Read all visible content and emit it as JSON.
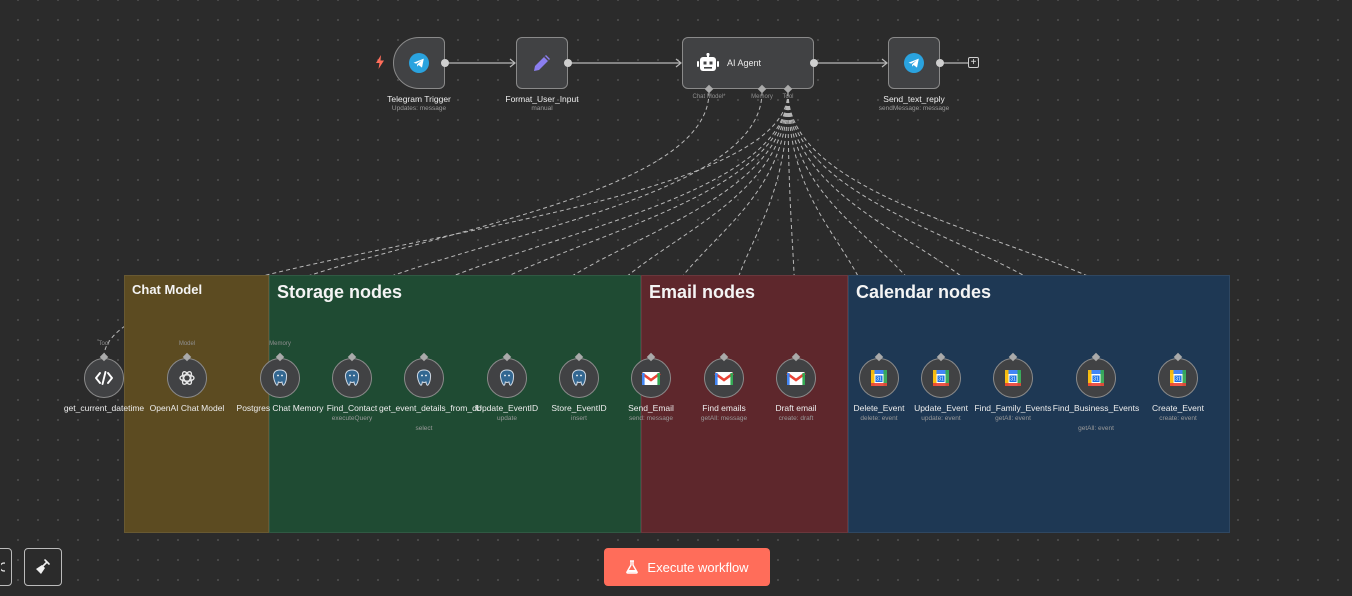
{
  "main_nodes": [
    {
      "id": "telegram",
      "label": "Telegram Trigger",
      "sub": "Updates: message",
      "icon": "telegram-icon"
    },
    {
      "id": "format",
      "label": "Format_User_Input",
      "sub": "manual",
      "icon": "pencil-icon"
    },
    {
      "id": "agent",
      "label": "AI Agent",
      "icon": "robot-icon",
      "ports": [
        "Chat Model*",
        "Memory",
        "Tool"
      ]
    },
    {
      "id": "send",
      "label": "Send_text_reply",
      "sub": "sendMessage: message",
      "icon": "telegram-icon"
    }
  ],
  "groups": [
    {
      "id": "chat",
      "title": "Chat Model",
      "color": "#5c4b21"
    },
    {
      "id": "storage",
      "title": "Storage nodes",
      "color": "#1f4b33"
    },
    {
      "id": "email",
      "title": "Email nodes",
      "color": "#5e272c"
    },
    {
      "id": "calendar",
      "title": "Calendar nodes",
      "color": "#1e3854"
    }
  ],
  "sub_nodes": [
    {
      "id": "datetime",
      "label": "get_current_datetime",
      "sub": "",
      "icon": "code-icon",
      "port": "Tool"
    },
    {
      "id": "openai",
      "label": "OpenAI Chat Model",
      "sub": "",
      "icon": "openai-icon",
      "port": "Model"
    },
    {
      "id": "pgmem",
      "label": "Postgres Chat Memory",
      "sub": "",
      "icon": "postgres-icon",
      "port": "Memory"
    },
    {
      "id": "findcontact",
      "label": "Find_Contact",
      "sub": "executeQuery",
      "icon": "postgres-icon"
    },
    {
      "id": "geteventdb",
      "label": "get_event_details_from_db",
      "sub": "select",
      "icon": "postgres-icon"
    },
    {
      "id": "updeventid",
      "label": "Update_EventID",
      "sub": "update",
      "icon": "postgres-icon"
    },
    {
      "id": "storeeventid",
      "label": "Store_EventID",
      "sub": "insert",
      "icon": "postgres-icon"
    },
    {
      "id": "sendemail",
      "label": "Send_Email",
      "sub": "send: message",
      "icon": "gmail-icon"
    },
    {
      "id": "findemails",
      "label": "Find emails",
      "sub": "getAll: message",
      "icon": "gmail-icon"
    },
    {
      "id": "draftemail",
      "label": "Draft email",
      "sub": "create: draft",
      "icon": "gmail-icon"
    },
    {
      "id": "delevent",
      "label": "Delete_Event",
      "sub": "delete: event",
      "icon": "calendar-icon"
    },
    {
      "id": "updevent",
      "label": "Update_Event",
      "sub": "update: event",
      "icon": "calendar-icon"
    },
    {
      "id": "findfamily",
      "label": "Find_Family_Events",
      "sub": "getAll: event",
      "icon": "calendar-icon"
    },
    {
      "id": "findbusiness",
      "label": "Find_Business_Events",
      "sub": "getAll: event",
      "icon": "calendar-icon"
    },
    {
      "id": "createevent",
      "label": "Create_Event",
      "sub": "create: event",
      "icon": "calendar-icon"
    }
  ],
  "execute_button": {
    "label": "Execute workflow",
    "icon": "flask-icon"
  },
  "colors": {
    "accent": "#ff6d5a",
    "edge": "#b8b8b8",
    "node_bg": "#414244",
    "node_border": "#8a8a8a"
  }
}
